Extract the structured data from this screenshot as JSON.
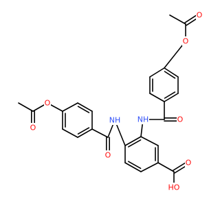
{
  "colors": {
    "bond": "#000000",
    "O": "#ff0d0d",
    "N": "#3050f8",
    "background": "#ffffff"
  },
  "molecule": {
    "atoms": [
      {
        "id": "o_top_ester",
        "label": "O",
        "element": "O"
      },
      {
        "id": "o_top_carbonyl",
        "label": "O",
        "element": "O"
      },
      {
        "id": "nh_upper",
        "label": "NH",
        "element": "N"
      },
      {
        "id": "o_upper_amide",
        "label": "O",
        "element": "O"
      },
      {
        "id": "o_left_ester",
        "label": "O",
        "element": "O"
      },
      {
        "id": "o_left_carbonyl",
        "label": "O",
        "element": "O"
      },
      {
        "id": "nh_lower",
        "label": "NH",
        "element": "N"
      },
      {
        "id": "o_lower_amide",
        "label": "O",
        "element": "O"
      },
      {
        "id": "o_acid",
        "label": "O",
        "element": "O"
      },
      {
        "id": "oh_acid",
        "label": "HO",
        "element": "O"
      }
    ]
  }
}
